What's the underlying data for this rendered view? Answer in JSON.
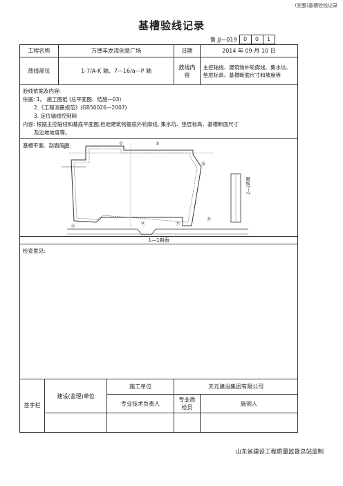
{
  "header": {
    "right_text": "(完整)基槽验线记录"
  },
  "title": "基槽验线记录",
  "form_code": {
    "label": "鲁 JJ—019",
    "boxes": [
      "0",
      "0",
      "1"
    ]
  },
  "rows": {
    "project_name_label": "工程名称",
    "project_name_value": "万德丰龙湾创意广场",
    "date_label": "日期",
    "date_value": "2014 年 09 月 10 日",
    "position_label": "放线部位",
    "position_value": "1-7/A-K 轴、7—16/a—P 轴",
    "content_label": "放线内容",
    "content_value": "主控轴线、建筑物外轮廓线、集水坑、垫层标高、基槽断面尺寸和坡度等"
  },
  "basis": {
    "heading": "验线依据及内容:",
    "line1": "依据: 1。 施工图纸 (总平面图、结施—03)",
    "line2": "2.《工程测量规范》(GB50026—2007)",
    "line3": "3. 定位轴线控制网",
    "line4": "内容: 根据主控轴线和基底平面图,检验建筑物基底外轮廓线, 集水坑、垫层标高、基槽断面尺寸",
    "line5": "及边坡坡度等。"
  },
  "drawing": {
    "caption": "基槽平面、剖面简图:",
    "section_label_1": "1—1剖面",
    "section_label_2": "2—2剖面",
    "axis_labels": [
      "①",
      "⑦",
      "⑨",
      "⑯",
      "Ⓐ",
      "Ⓟ",
      "Ⓚ",
      "⑪"
    ]
  },
  "opinion": {
    "label": "检查意见:"
  },
  "signature": {
    "vertical_label": "签字栏",
    "owner_label": "建设(监理)单位",
    "contractor_label": "施工单位",
    "contractor_value": "天元建设集团有限公司",
    "tech_lead": "专业技术负责人",
    "quality_inspector": "专业质检员",
    "surveyor": "施测人"
  },
  "footer": "山东省建设工程质量监督总站监制"
}
